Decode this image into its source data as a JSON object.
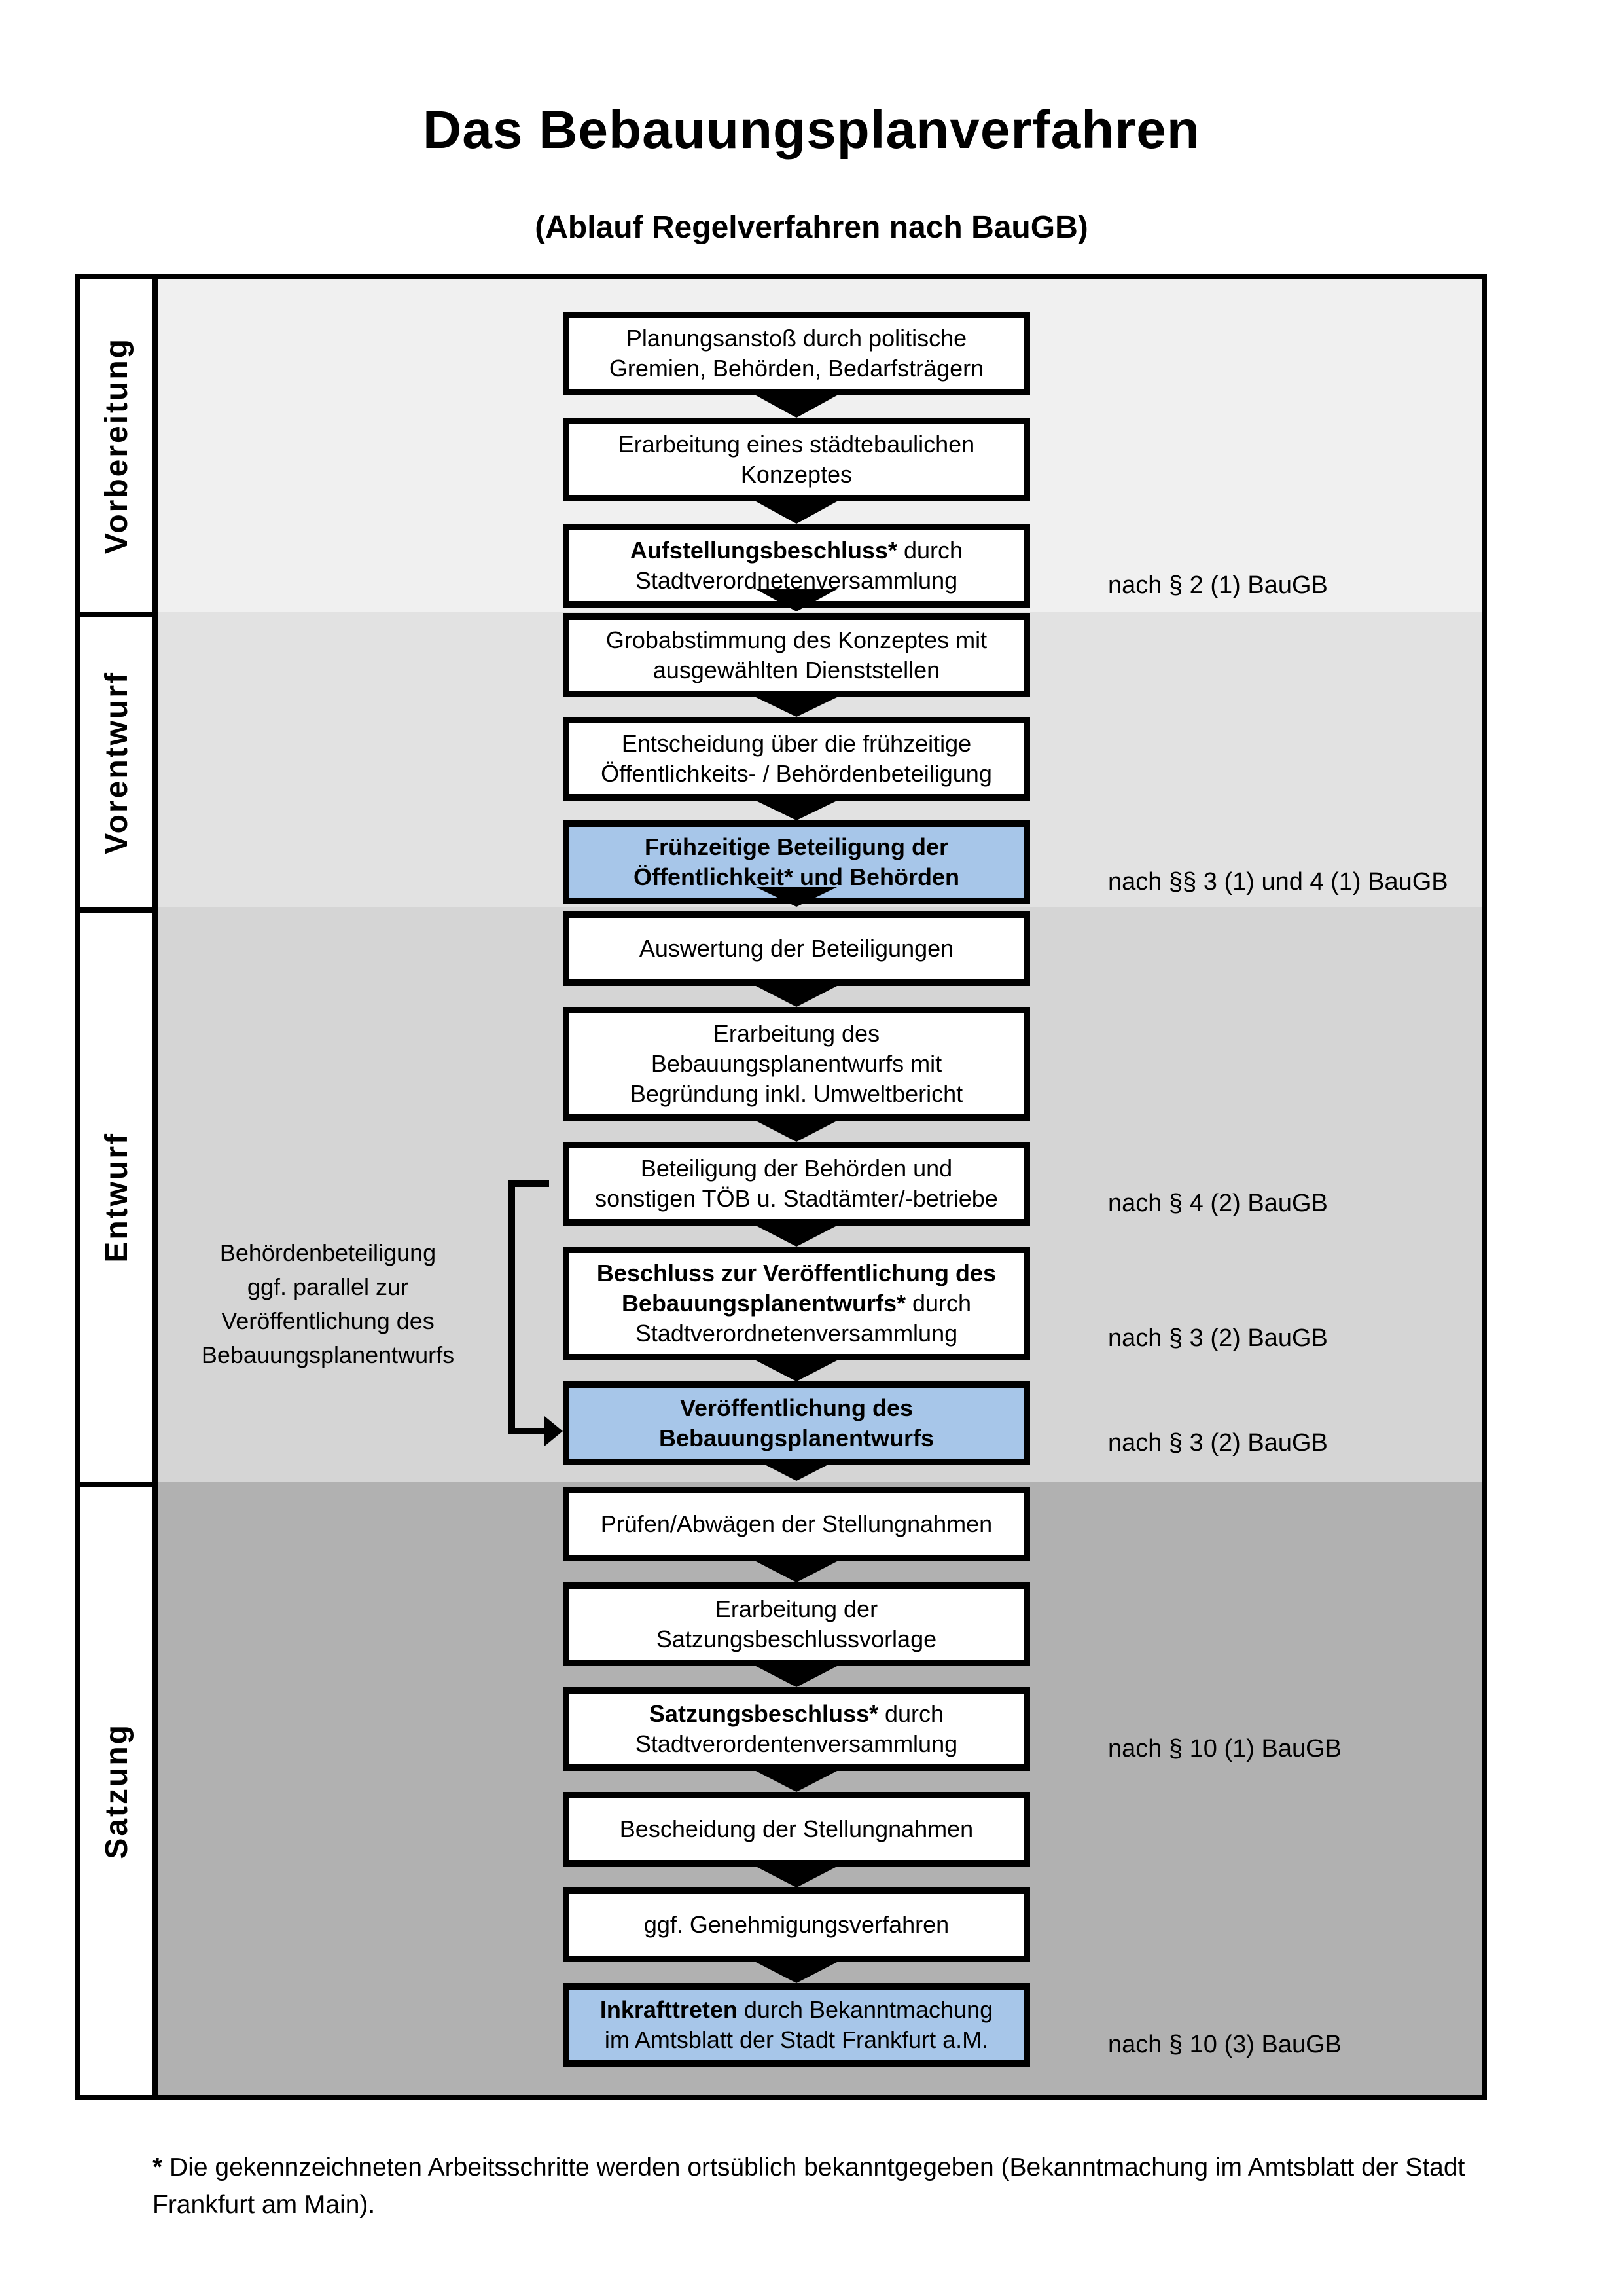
{
  "title": "Das Bebauungsplanverfahren",
  "subtitle": "(Ablauf Regelverfahren nach BauGB)",
  "phases": [
    {
      "label": "Vorbereitung"
    },
    {
      "label": "Vorentwurf"
    },
    {
      "label": "Entwurf"
    },
    {
      "label": "Satzung"
    }
  ],
  "steps": [
    {
      "bold": "",
      "text": "Planungsanstoß durch politische\nGremien, Behörden, Bedarfsträgern",
      "ref": ""
    },
    {
      "bold": "",
      "text": "Erarbeitung eines städtebaulichen\nKonzeptes",
      "ref": ""
    },
    {
      "bold": "Aufstellungsbeschluss*",
      "text": " durch\nStadtverordnetenversammlung",
      "ref": "nach § 2 (1) BauGB"
    },
    {
      "bold": "",
      "text": "Grobabstimmung des Konzeptes mit\nausgewählten Dienststellen",
      "ref": ""
    },
    {
      "bold": "",
      "text": "Entscheidung über die frühzeitige\nÖffentlichkeits- / Behördenbeteiligung",
      "ref": ""
    },
    {
      "bold": "Frühzeitige Beteiligung der\nÖffentlichkeit* und Behörden",
      "text": "",
      "ref": "nach §§ 3 (1) und 4 (1) BauGB",
      "highlighted": true
    },
    {
      "bold": "",
      "text": "Auswertung der Beteiligungen",
      "ref": ""
    },
    {
      "bold": "",
      "text": "Erarbeitung des\nBebauungsplanentwurfs mit\nBegründung inkl. Umweltbericht",
      "ref": ""
    },
    {
      "bold": "",
      "text": "Beteiligung der Behörden und\nsonstigen TÖB u. Stadtämter/-betriebe",
      "ref": "nach § 4 (2) BauGB"
    },
    {
      "bold": "Beschluss zur Veröffentlichung des\nBebauungsplanentwurfs*",
      "text": " durch\nStadtverordnetenversammlung",
      "ref": "nach § 3 (2) BauGB"
    },
    {
      "bold": "Veröffentlichung des\nBebauungsplanentwurfs",
      "text": "",
      "ref": "nach § 3 (2) BauGB",
      "highlighted": true
    },
    {
      "bold": "",
      "text": "Prüfen/Abwägen der Stellungnahmen",
      "ref": ""
    },
    {
      "bold": "",
      "text": "Erarbeitung der\nSatzungsbeschlussvorlage",
      "ref": ""
    },
    {
      "bold": "Satzungsbeschluss*",
      "text": " durch\nStadtverordentenversammlung",
      "ref": "nach § 10 (1) BauGB"
    },
    {
      "bold": "",
      "text": "Bescheidung der Stellungnahmen",
      "ref": ""
    },
    {
      "bold": "",
      "text": "ggf. Genehmigungsverfahren",
      "ref": ""
    },
    {
      "bold": "Inkrafttreten",
      "text": " durch Bekanntmachung\nim Amtsblatt der Stadt Frankfurt a.M.",
      "ref": "nach § 10 (3) BauGB",
      "highlighted": true
    }
  ],
  "side_note": "Behördenbeteiligung\nggf. parallel zur\nVeröffentlichung des\nBebauungsplanentwurfs",
  "footnote": {
    "star": "*",
    "text": " Die gekennzeichneten Arbeitsschritte werden ortsüblich bekanntgegeben (Bekanntmachung im Amtsblatt  der Stadt\nFrankfurt am Main)."
  },
  "colors": {
    "band_vorbereitung": "#F0F0F0",
    "band_vorentwurf": "#E2E2E2",
    "band_entwurf": "#D5D5D5",
    "band_satzung": "#B1B1B1",
    "highlight_box": "#A7C6E9",
    "line": "#000000"
  }
}
